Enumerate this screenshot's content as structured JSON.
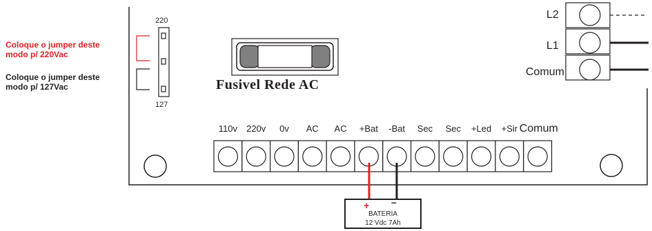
{
  "jumper": {
    "note_220": [
      "Coloque o jumper deste",
      "modo p/ 220Vac"
    ],
    "note_127": [
      "Coloque o jumper deste",
      "modo p/ 127Vac"
    ],
    "top_label": "220",
    "bottom_label": "127"
  },
  "fuse": {
    "label": "Fusivel Rede AC"
  },
  "relay": {
    "labels": [
      "L2",
      "L1",
      "Comum"
    ]
  },
  "terminals": {
    "labels": [
      "110v",
      "220v",
      "0v",
      "AC",
      "AC",
      "+Bat",
      "-Bat",
      "Sec",
      "Sec",
      "+Led",
      "+Sir",
      "Comum"
    ]
  },
  "battery": {
    "plus": "+",
    "minus": "–",
    "name": "BATERIA",
    "spec": "12 Vdc 7Ah"
  },
  "colors": {
    "line": "#231f20",
    "red": "#e31e24",
    "fuse_gray": "#808080"
  }
}
